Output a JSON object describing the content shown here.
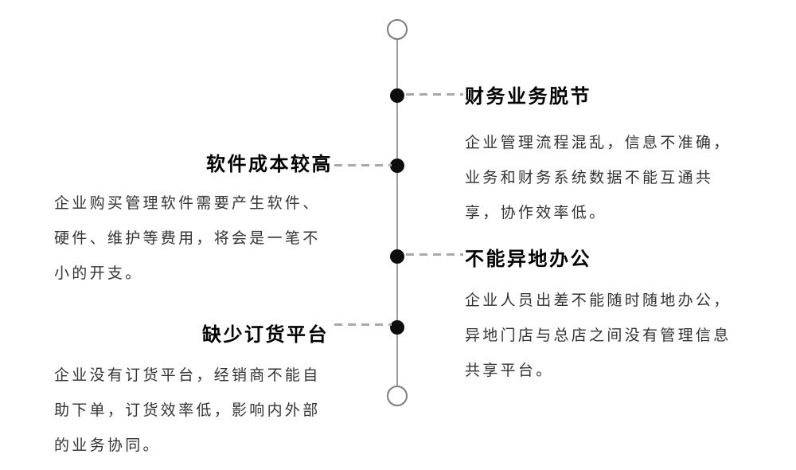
{
  "diagram": {
    "type": "vertical-timeline",
    "palette": {
      "background": "#ffffff",
      "line": "#9c9c9c",
      "dash": "#a9a9a9",
      "dot": "#0d0d0d",
      "endpoint_ring": "#7d7d7d",
      "title_text": "#000000",
      "body_text": "#333333"
    },
    "sections": {
      "left": [
        {
          "title": "软件成本较高",
          "body": "企业购买管理软件需要产生软件、\n硬件、维护等费用，将会是一笔不\n小的开支。"
        },
        {
          "title": "缺少订货平台",
          "body": "企业没有订货平台，经销商不能自\n助下单，订货效率低，影响内外部\n的业务协同。"
        }
      ],
      "right": [
        {
          "title": "财务业务脱节",
          "body": "企业管理流程混乱，信息不准确，\n业务和财务系统数据不能互通共\n享，协作效率低。"
        },
        {
          "title": "不能异地办公",
          "body": "企业人员出差不能随时随地办公，\n异地门店与总店之间没有管理信息\n共享平台。"
        }
      ]
    }
  }
}
